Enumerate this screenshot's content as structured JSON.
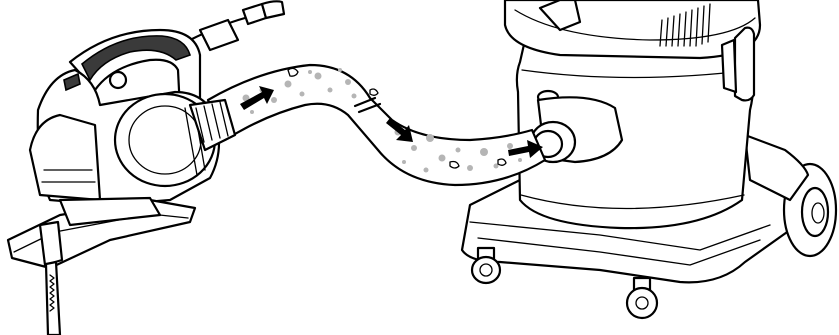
{
  "figure": {
    "subject": "jigsaw-connected-to-vacuum-cleaner",
    "items": [
      {
        "name": "jigsaw",
        "icon": "jigsaw-icon"
      },
      {
        "name": "hose",
        "icon": "hose-icon"
      },
      {
        "name": "vacuum-cleaner",
        "icon": "vacuum-cleaner-icon"
      }
    ],
    "flow_arrows": 3,
    "colors": {
      "line": "#000000",
      "dust": "#b5b5b5",
      "background": "#ffffff"
    }
  }
}
